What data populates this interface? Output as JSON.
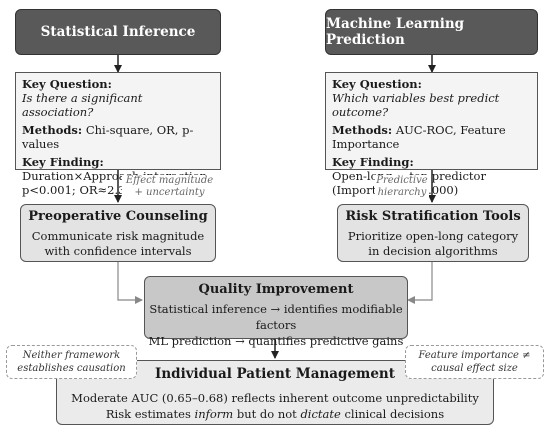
{
  "left_header": "Statistical Inference",
  "right_header": "Machine Learning Prediction",
  "left_info": {
    "key_question_label": "Key Question:",
    "key_question": "Is there a significant association?",
    "methods_label": "Methods:",
    "methods": "Chi-square, OR, p-values",
    "key_finding_label": "Key Finding:",
    "finding_line1": "Duration×Approach interaction",
    "finding_line2": "p<0.001; OR≈2.3"
  },
  "right_info": {
    "key_question_label": "Key Question:",
    "key_question": "Which variables best predict outcome?",
    "methods_label": "Methods:",
    "methods": "AUC-ROC, Feature Importance",
    "key_finding_label": "Key Finding:",
    "finding_line1": "Open-long = top predictor",
    "finding_line2": "(Importance = 1.000)"
  },
  "left_edge_label": [
    "Effect magnitude",
    "+ uncertainty"
  ],
  "right_edge_label": [
    "Predictive",
    "hierarchy"
  ],
  "preop": {
    "title": "Preoperative Counseling",
    "line1": "Communicate risk magnitude",
    "line2": "with confidence intervals"
  },
  "risk": {
    "title": "Risk Stratification Tools",
    "line1": "Prioritize open-long category",
    "line2": "in decision algorithms"
  },
  "quality": {
    "title": "Quality Improvement",
    "line1": "Statistical inference → identifies modifiable factors",
    "line2": "ML prediction → quantifies predictive gains"
  },
  "left_note": [
    "Neither framework",
    "establishes causation"
  ],
  "right_note": [
    "Feature importance ≠",
    "causal effect size"
  ],
  "patient": {
    "title": "Individual Patient Management",
    "line1": "Moderate AUC (0.65–0.68) reflects inherent outcome unpredictability",
    "line2_a": "Risk estimates ",
    "line2_inform": "inform",
    "line2_b": " but do not ",
    "line2_dictate": "dictate",
    "line2_c": " clinical decisions"
  }
}
